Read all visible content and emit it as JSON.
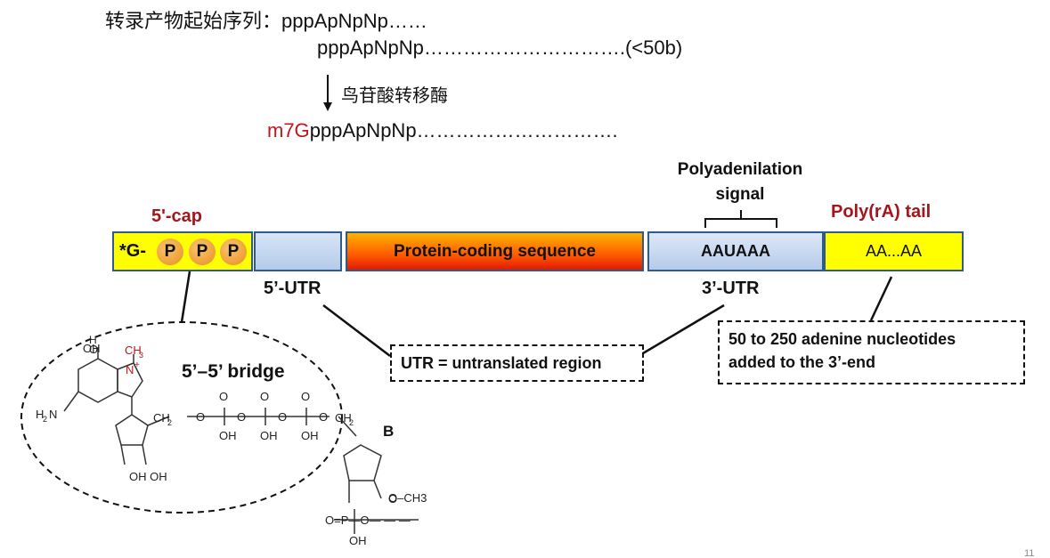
{
  "top": {
    "label": "转录产物起始序列：",
    "seq1": "pppApNpNp……",
    "seq2": "pppApNpNp………………………….(<50b)",
    "enzyme": "鸟苷酸转移酶",
    "m7g": "m7G",
    "seq3": "pppApNpNp………………………….",
    "arrow_icon": "down-arrow-icon"
  },
  "mrna": {
    "polyadenylation_signal": "Polyadenilation signal",
    "cap_label": "5'-cap",
    "polya_label": "Poly(rA) tail",
    "cap_prefix": "*G-",
    "phosphates": [
      "P",
      "P",
      "P"
    ],
    "coding": "Protein-coding sequence",
    "aauaaa": "AAUAAA",
    "tail": "AA...AA",
    "utr5": "5’-UTR",
    "utr3": "3’-UTR"
  },
  "notes": {
    "utr": "UTR = untranslated region",
    "tail_line1": "50 to 250 adenine nucleotides",
    "tail_line2": "added to the 3’-end"
  },
  "structure": {
    "bridge": "5’–5’ bridge",
    "ch3_top": "CH3",
    "oh": "OH",
    "h2n": "H2N",
    "b": "B",
    "och3": "O–CH3"
  },
  "colors": {
    "red": "#c0161b",
    "box_border": "#2e5b8a",
    "yellow": "#ffff00",
    "phosphate": "#f1a43c"
  },
  "footer": {
    "page_number": "11"
  }
}
